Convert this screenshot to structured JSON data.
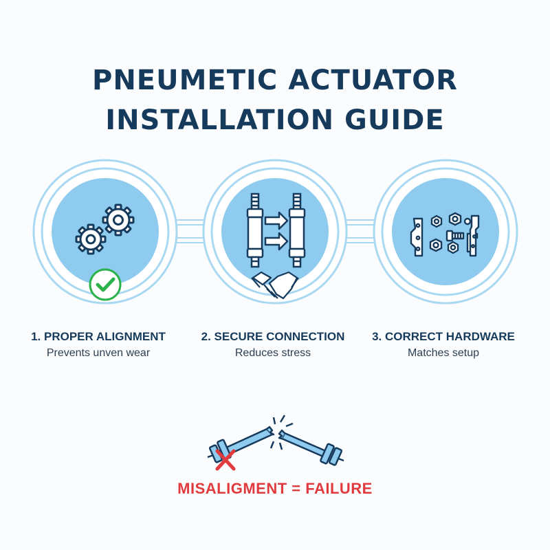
{
  "title": {
    "line1": "PNEUMETIC ACTUATOR",
    "line2": "INSTALLATION GUIDE"
  },
  "steps": [
    {
      "title": "1. PROPER ALIGNMENT",
      "description": "Prevents unven wear",
      "icon": "gears-icon",
      "badge": "checkmark-icon"
    },
    {
      "title": "2. SECURE CONNECTION",
      "description": "Reduces stress",
      "icon": "connected-rods-icon",
      "badge": "handshake-icon"
    },
    {
      "title": "3. CORRECT HARDWARE",
      "description": "Matches setup",
      "icon": "hardware-icon"
    }
  ],
  "warning": {
    "text": "MISALIGMENT = FAILURE",
    "icon": "broken-shaft-icon"
  },
  "colors": {
    "navy": "#163a5c",
    "circle_fill": "#8ecbee",
    "ring": "#a9d8f3",
    "check_green": "#2bb24c",
    "alert_red": "#e03a3e"
  }
}
